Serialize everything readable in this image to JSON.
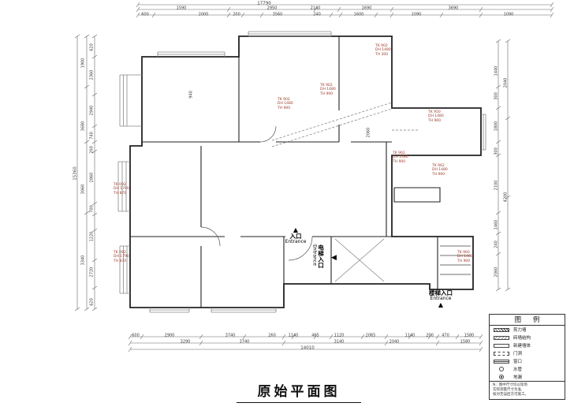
{
  "title": {
    "text": "原始平面图"
  },
  "entrances": {
    "main": {
      "cn": "入口",
      "en": "Entrance",
      "arrow": "▲"
    },
    "elevator": {
      "cn": "电梯入口",
      "en": "Entrance",
      "arrow": "◀"
    },
    "stairs": {
      "cn": "楼梯入口",
      "en": "Entrance",
      "arrow": "▲"
    }
  },
  "dimensions": {
    "top_total": [
      "17790"
    ],
    "top_row1": [
      "1590",
      "2950",
      "2140",
      "1690",
      "3690"
    ],
    "top_row2": [
      "600",
      "2000",
      "200",
      "3560",
      "240",
      "1600",
      "1090",
      "1090"
    ],
    "left_total": [
      "15360"
    ],
    "left_outer": [
      "1900",
      "3680",
      "3060",
      "3340"
    ],
    "left_inner": [
      "620",
      "2360",
      "2940",
      "740",
      "200",
      "2860",
      "700",
      "1220",
      "2720",
      "620"
    ],
    "right_inner": [
      "1440",
      "300",
      "1800",
      "300",
      "2100",
      "1460",
      "240",
      "2060"
    ],
    "right_outer": [
      "2040",
      "4200"
    ],
    "bottom_row1": [
      "600",
      "2900",
      "3740",
      "260",
      "1140",
      "465",
      "1120",
      "2065",
      "1140",
      "200",
      "470",
      "1580"
    ],
    "bottom_row2": [
      "3290",
      "3740",
      "3140",
      "2040",
      "1580"
    ],
    "bottom_total": [
      "14010"
    ],
    "inner_dims": [
      "940",
      "2060"
    ]
  },
  "annotations": [
    "TK 092\nDH 1790\nTH 870",
    "TK 092\nDH 1790\nTH 870",
    "TK 902\nDH 1480\nTH 900",
    "TK 902\nDH 1480\nTH 300",
    "TK 950\nDH 1480\nTH 900",
    "TK 962\nDH 1480\nTH 900",
    "TK 962\nDH 1480\nTH 900",
    "TK 960\nDH 1480\nTH 900",
    "TK 902\nDH 1480\nTH 900"
  ],
  "legend": {
    "title": "图 例",
    "items": [
      {
        "label": "剪力墙"
      },
      {
        "label": "砖墙结构"
      },
      {
        "label": "新建墙体"
      },
      {
        "label": "门洞"
      },
      {
        "label": "窗口"
      },
      {
        "label": "水管"
      },
      {
        "label": "地漏"
      }
    ],
    "note": "N.: 图中尺寸均以现场\n实际测量尺寸为准,\n核对无误后方可施工。"
  },
  "colors": {
    "wall": "#222222",
    "dim": "#555555",
    "annot": "#9c3a28"
  }
}
